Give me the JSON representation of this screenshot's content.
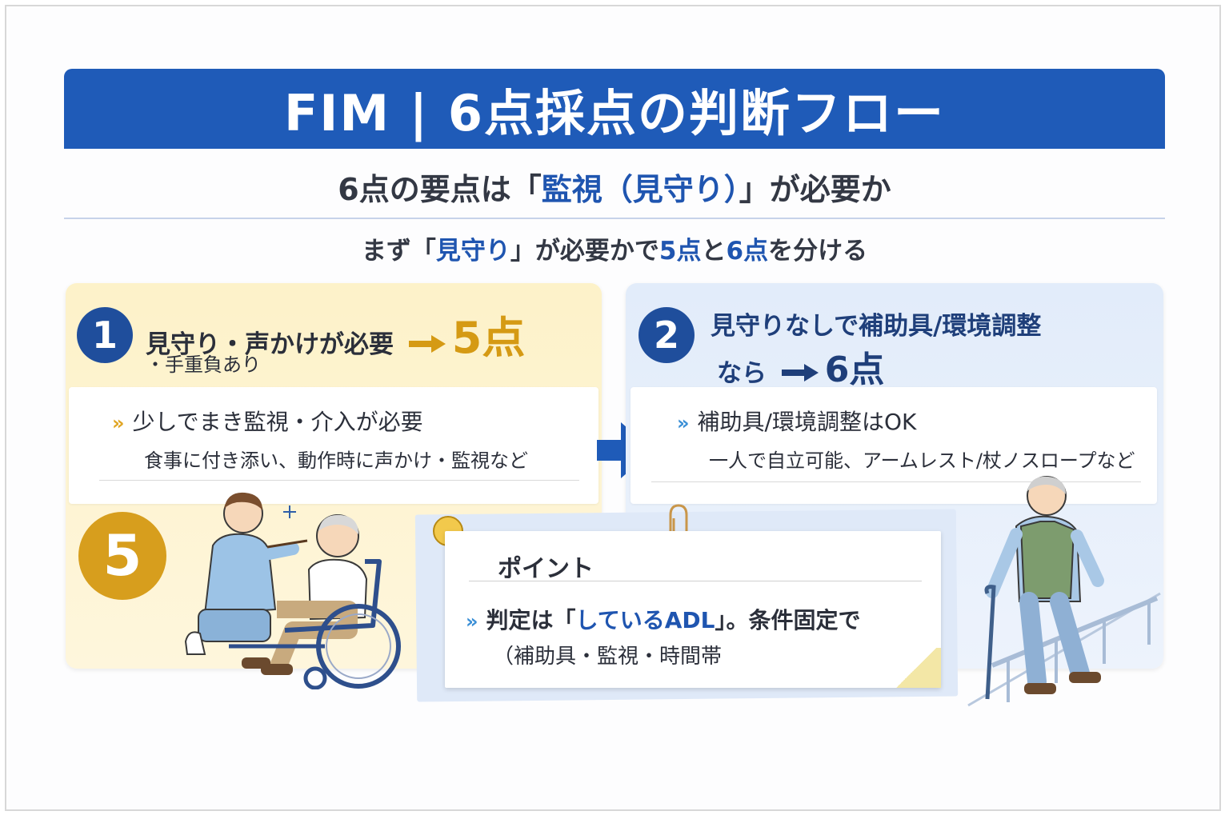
{
  "title": "FIM | 6点採点の判断フロー",
  "subtitle": {
    "prefix": "6点の要点は「",
    "highlight": "監視（見守り）",
    "suffix": "」が必要か"
  },
  "lead": {
    "p1": "まず「",
    "h1": "見守り",
    "p2": "」が必要かで",
    "h2": "5点",
    "p3": "と",
    "h3": "6点",
    "p4": "を分ける"
  },
  "left": {
    "number": "1",
    "heading": "見守り・声かけが必要",
    "score": "5点",
    "subheading": "・手重負あり",
    "item_title": "少しでまき監視・介入が必要",
    "item_detail": "食事に付き添い、動作時に声かけ・監視など",
    "badge": "5"
  },
  "right": {
    "number": "2",
    "heading_line1": "見守りなしで補助具/環境調整",
    "heading_line2_prefix": "なら",
    "score": "6点",
    "item_title": "補助具/環境調整はOK",
    "item_detail": "一人で自立可能、アームレスト/杖ノスロープなど"
  },
  "note": {
    "title": "ポイント",
    "line1_prefix": "判定は「",
    "line1_highlight": "しているADL",
    "line1_suffix": "」。条件固定で",
    "line2": "（補助具・監視・時間帯"
  },
  "colors": {
    "title_bar": "#1f5bb8",
    "highlight_blue": "#1f55b0",
    "gold": "#d59a14",
    "navy_circle": "#1f4e9c",
    "left_panel": "#fdf2c9",
    "right_panel": "#e2ecfa"
  },
  "icons": [
    "chevron-right-icon",
    "arrow-right-icon",
    "pushpin-icon",
    "paperclip-icon",
    "sparkle-icon"
  ]
}
